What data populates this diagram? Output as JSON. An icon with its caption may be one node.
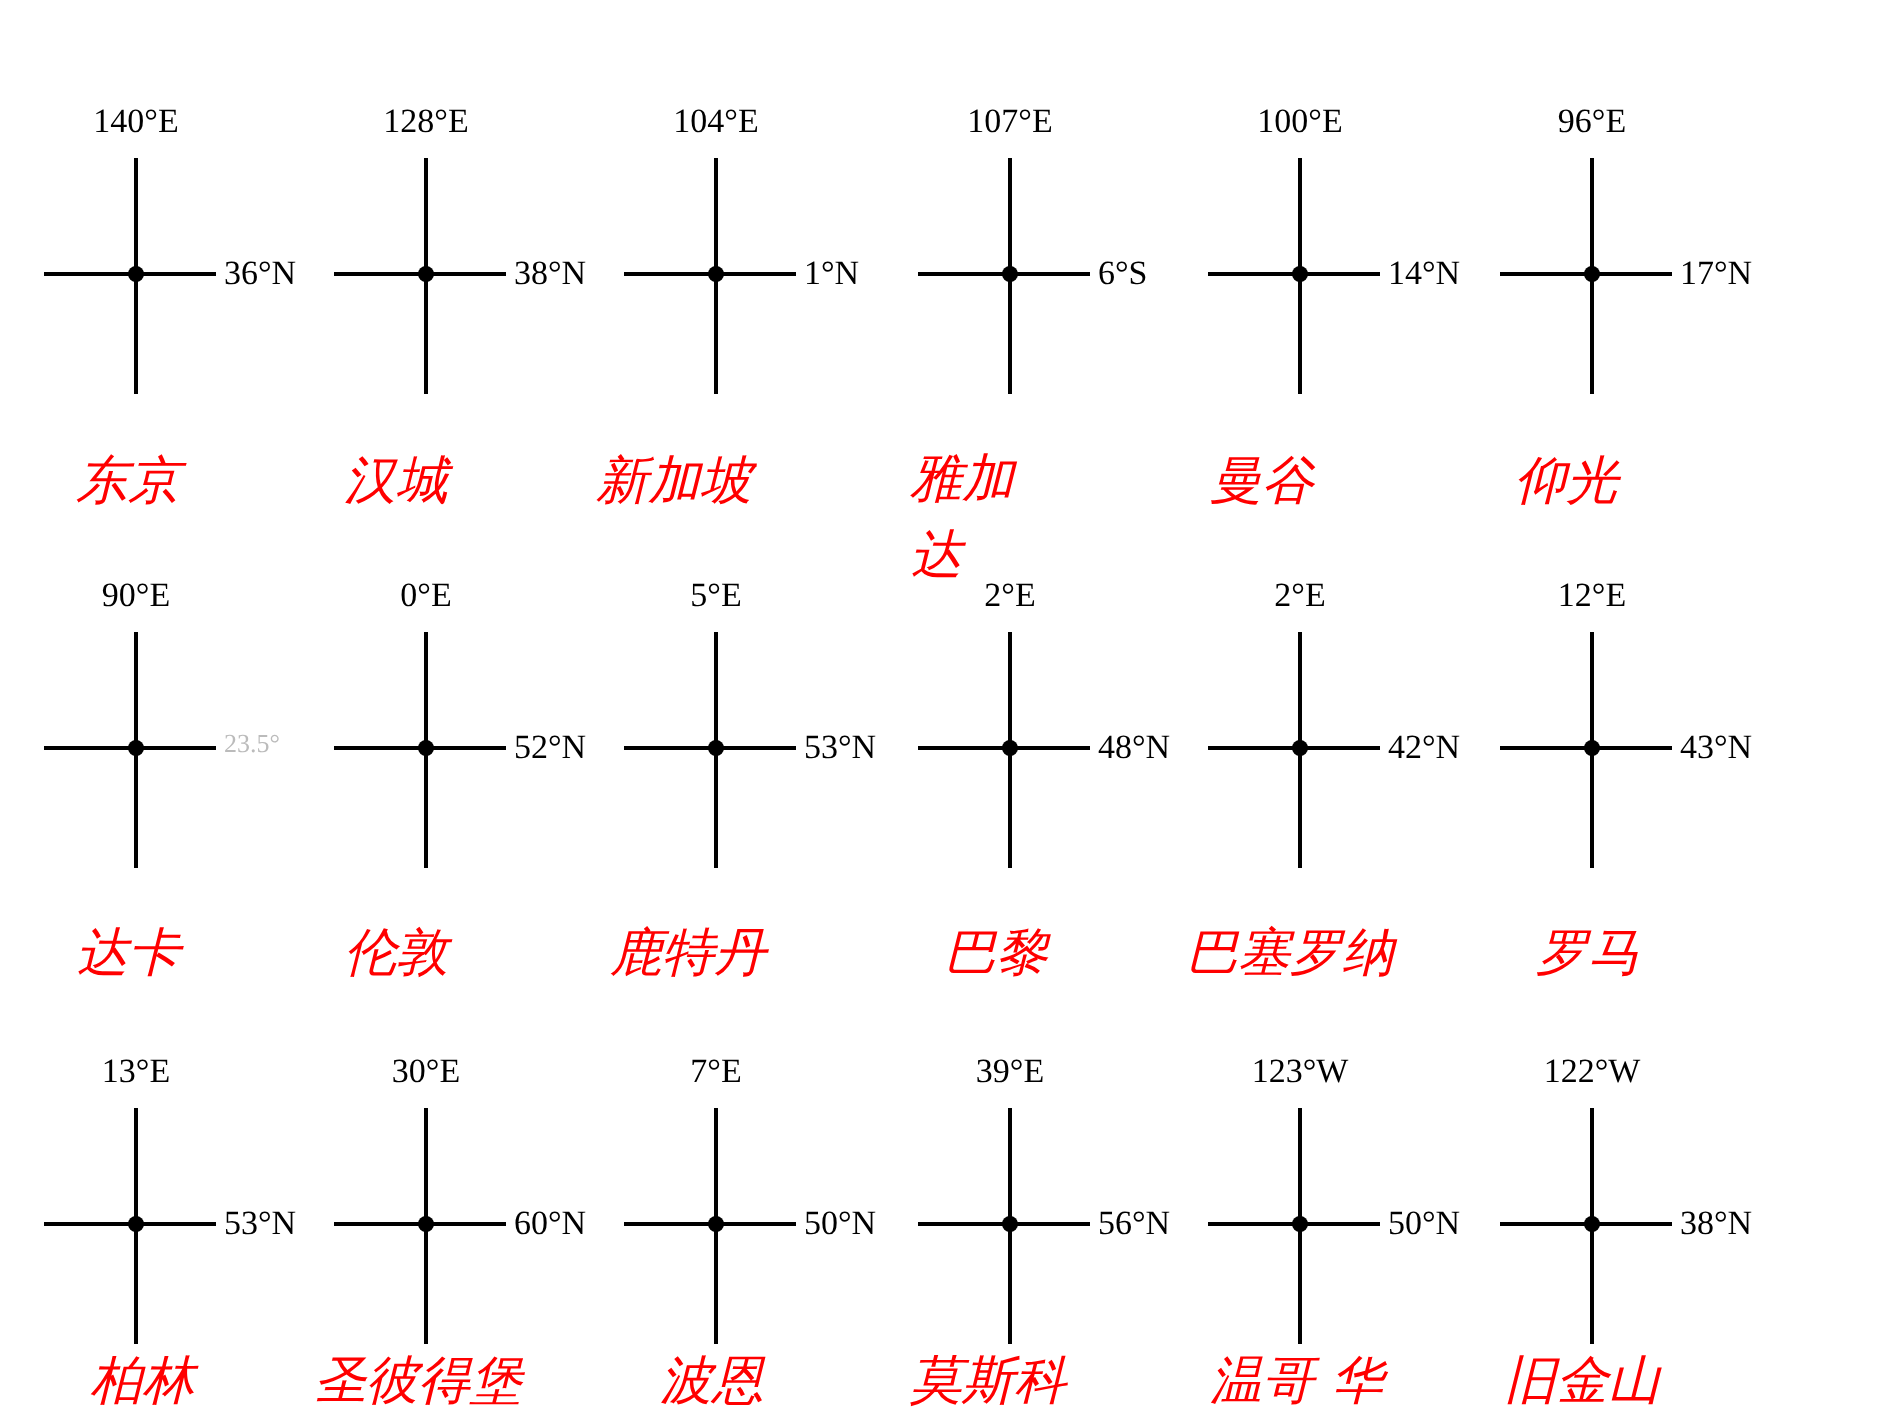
{
  "diagram": {
    "labels": [
      "140°E",
      "128°E",
      "104°E",
      "107°E",
      "100°E",
      "96°E",
      "36°N",
      "38°N",
      "1°N",
      "6°S",
      "14°N",
      "17°N",
      "东京",
      "汉城",
      "新加坡",
      "雅加达",
      "曼谷",
      "仰光",
      "90°E",
      "0°E",
      "5°E",
      "2°E",
      "2°E",
      "12°E",
      "23.5°",
      "52°N",
      "53°N",
      "48°N",
      "42°N",
      "43°N",
      "达卡",
      "伦敦",
      "鹿特丹",
      "巴黎",
      "巴塞罗纳",
      "罗马",
      "13°E",
      "30°E",
      "7°E",
      "39°E",
      "123°W",
      "122°W",
      "53°N",
      "60°N",
      "50°N",
      "56°N",
      "50°N",
      "38°N",
      "柏林",
      "圣彼得堡",
      "波恩",
      "莫斯科",
      "温哥 华",
      "旧金山"
    ]
  }
}
